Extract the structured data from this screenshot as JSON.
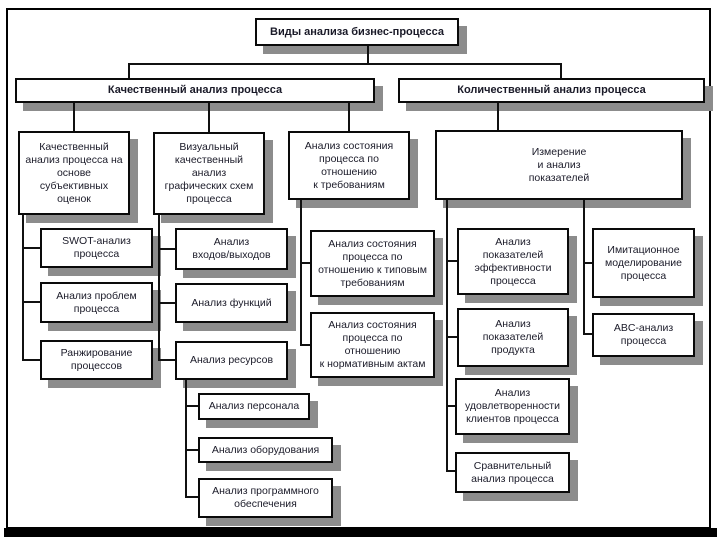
{
  "colors": {
    "background": "#ffffff",
    "box_border": "#0a0a0a",
    "box_shadow": "#8c8c8c",
    "connector": "#111111",
    "text": "#1a1a28"
  },
  "diagram": {
    "title": "Виды анализа бизнес-процесса",
    "qualitative": {
      "label": "Качественный анализ процесса",
      "subjective": {
        "label": "Качественный\nанализ процесса на\nоснове\nсубъективных\nоценок",
        "children": [
          "SWOT-анализ\nпроцесса",
          "Анализ проблем\nпроцесса",
          "Ранжирование\nпроцессов"
        ]
      },
      "visual": {
        "label": "Визуальный\nкачественный\nанализ\nграфических схем\nпроцесса",
        "children": [
          "Анализ\nвходов/выходов",
          "Анализ функций",
          "Анализ ресурсов"
        ],
        "detail_children": [
          "Анализ персонала",
          "Анализ оборудования",
          "Анализ программного\nобеспечения"
        ]
      },
      "state": {
        "label": "Анализ состояния\nпроцесса по\nотношению\nк требованиям",
        "children": [
          "Анализ состояния\nпроцесса по\nотношению к типовым\nтребованиям",
          "Анализ состояния\nпроцесса по\nотношению\nк нормативным актам"
        ]
      }
    },
    "quantitative": {
      "label": "Количественный анализ процесса",
      "measurement": {
        "label": "Измерение\nи анализ\nпоказателей",
        "children_left": [
          "Анализ\nпоказателей\nэффективности\nпроцесса",
          "Анализ\nпоказателей\nпродукта",
          "Анализ\nудовлетворенности\nклиентов процесса",
          "Сравнительный\nанализ процесса"
        ],
        "children_right": [
          "Имитационное\nмоделирование\nпроцесса",
          "ABC-анализ\nпроцесса"
        ]
      }
    }
  }
}
